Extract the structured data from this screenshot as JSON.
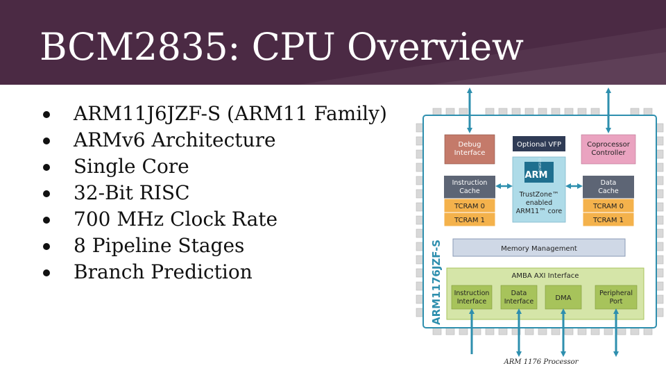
{
  "slide": {
    "title": "BCM2835: CPU Overview",
    "bullets": [
      "ARM11J6JZF-S (ARM11 Family)",
      "ARMv6 Architecture",
      "Single Core",
      "32-Bit RISC",
      "700 MHz Clock Rate",
      "8 Pipeline Stages",
      "Branch Prediction"
    ]
  },
  "diagram": {
    "side_label": "ARM1176JZF-S",
    "debug_line1": "Debug",
    "debug_line2": "Interface",
    "optional_vfp": "Optional VFP",
    "coprocessor_line1": "Coprocessor",
    "coprocessor_line2": "Controller",
    "icache_line1": "Instruction",
    "icache_line2": "Cache",
    "dcache_line1": "Data",
    "dcache_line2": "Cache",
    "tcram0": "TCRAM 0",
    "tcram1": "TCRAM 1",
    "arm_logo": "ARM",
    "arm_powered": "POWERED",
    "trustzone_line1": "TrustZone™",
    "trustzone_line2": "enabled",
    "trustzone_line3": "ARM11™ core",
    "memory_management": "Memory Management",
    "amba": "AMBA AXI Interface",
    "instr_if_line1": "Instruction",
    "instr_if_line2": "Interface",
    "data_if_line1": "Data",
    "data_if_line2": "Interface",
    "dma": "DMA",
    "periph_line1": "Peripheral",
    "periph_line2": "Port",
    "caption": "ARM 1176 Processor",
    "colors": {
      "header": "#4b2a44",
      "pin": "#d8d8d8",
      "arrow": "#2e8fae",
      "debug": "#c47a6a",
      "vfp": "#2f3b55",
      "coprocessor": "#eaa3c0",
      "cache": "#5d6575",
      "tcram": "#f4b24c",
      "core": "#aedbe8",
      "memory": "#cfd8e6",
      "amba": "#d5e5a8",
      "amba_box": "#a7c35b"
    }
  }
}
